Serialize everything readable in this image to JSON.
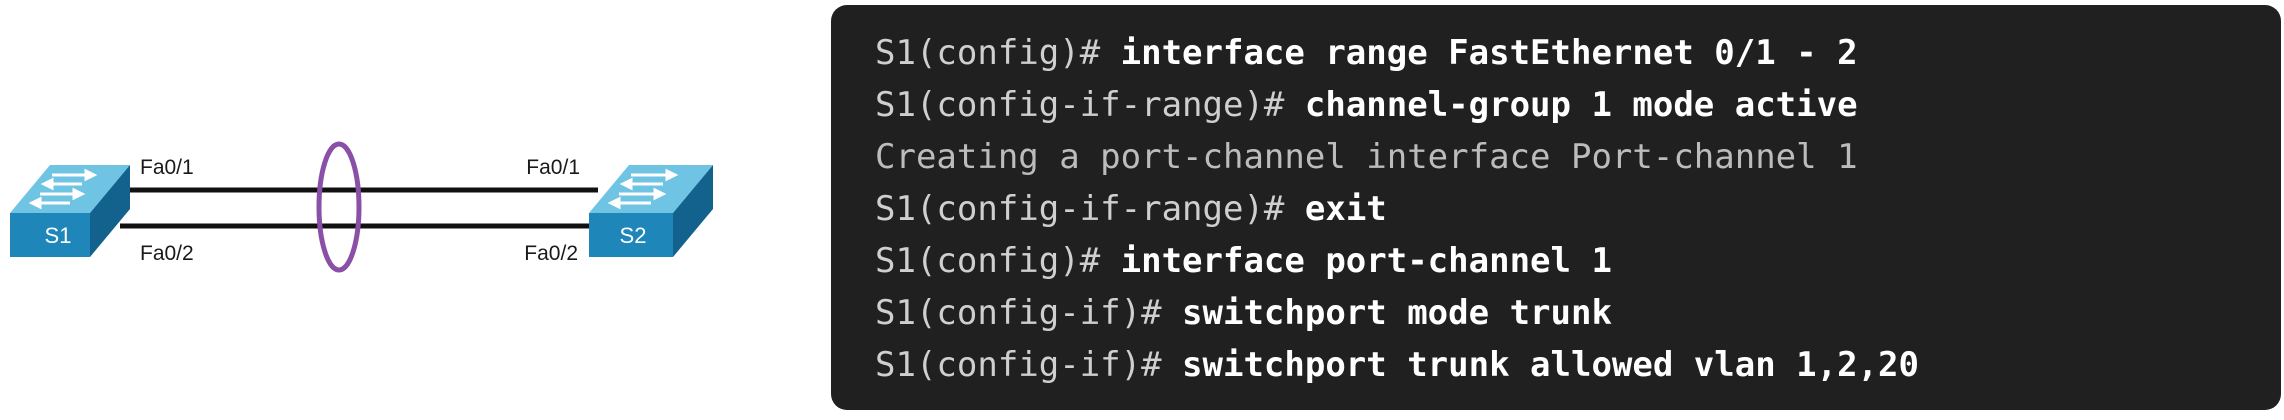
{
  "topology": {
    "switches": [
      {
        "label": "S1"
      },
      {
        "label": "S2"
      }
    ],
    "ports": {
      "s1_top": "Fa0/1",
      "s1_bottom": "Fa0/2",
      "s2_top": "Fa0/1",
      "s2_bottom": "Fa0/2"
    },
    "colors": {
      "switch_face": "#1e86b8",
      "switch_top": "#6fc3e3",
      "switch_side": "#13628d",
      "link": "#111111",
      "etherchannel_ring": "#8a4fa6"
    }
  },
  "cli": {
    "lines": [
      {
        "prompt": "S1(config)# ",
        "command": "interface range FastEthernet 0/1 - 2"
      },
      {
        "prompt": "S1(config-if-range)# ",
        "command": "channel-group 1 mode active"
      },
      {
        "output": "Creating a port-channel interface Port-channel 1"
      },
      {
        "prompt": "S1(config-if-range)# ",
        "command": "exit"
      },
      {
        "prompt": "S1(config)# ",
        "command": "interface port-channel 1"
      },
      {
        "prompt": "S1(config-if)# ",
        "command": "switchport mode trunk"
      },
      {
        "prompt": "S1(config-if)# ",
        "command": "switchport trunk allowed vlan 1,2,20"
      }
    ],
    "colors": {
      "background": "#202020",
      "prompt": "#cfcfcf",
      "command": "#ffffff",
      "output": "#bcbcbc"
    }
  }
}
